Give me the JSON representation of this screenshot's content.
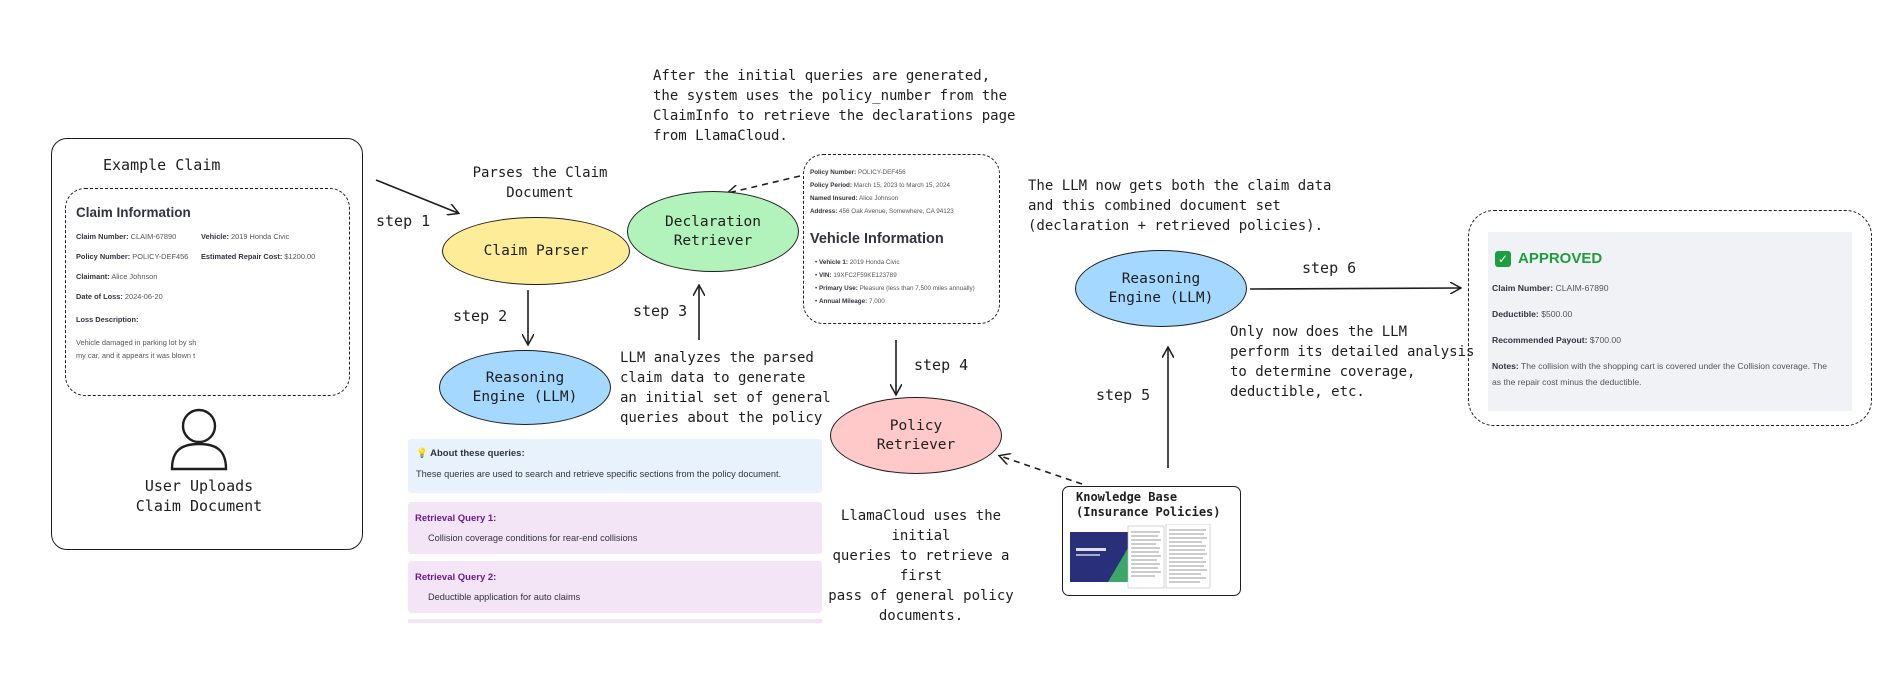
{
  "example_claim": {
    "title": "Example Claim",
    "card_title": "Claim Information",
    "fields": [
      {
        "label": "Claim Number:",
        "value": "CLAIM-67890"
      },
      {
        "label": "Policy Number:",
        "value": "POLICY-DEF456"
      },
      {
        "label": "Claimant:",
        "value": "Alice Johnson"
      },
      {
        "label": "Date of Loss:",
        "value": "2024-06-20"
      }
    ],
    "fields_right": [
      {
        "label": "Vehicle:",
        "value": "2019 Honda Civic"
      },
      {
        "label": "Estimated Repair Cost:",
        "value": "$1200.00"
      }
    ],
    "loss_label": "Loss Description:",
    "loss_text": "Vehicle damaged in parking lot by sh\nmy car, and it appears it was blown t",
    "user_caption": "User Uploads\nClaim Document"
  },
  "notes": {
    "parses": "Parses the Claim\nDocument",
    "declaration_top": "After the initial queries are generated,\nthe system uses the policy_number from the\nClaimInfo to retrieve the declarations page\nfrom LlamaCloud.",
    "llm_analyzes": "LLM analyzes the parsed\nclaim data to generate\nan initial set of general\nqueries about the policy",
    "llamacloud": "LlamaCloud uses the initial\nqueries to retrieve a first\npass of general policy\ndocuments.",
    "combined": "The LLM now gets both the claim data\nand this combined document set\n(declaration + retrieved policies).",
    "only_now": "Only now does the LLM\nperform its detailed analysis\nto determine coverage,\ndeductible, etc."
  },
  "steps": {
    "s1": "step 1",
    "s2": "step 2",
    "s3": "step 3",
    "s4": "step 4",
    "s5": "step 5",
    "s6": "step 6"
  },
  "nodes": {
    "claim_parser": "Claim Parser",
    "reasoning_1": "Reasoning\nEngine (LLM)",
    "declaration": "Declaration\nRetriever",
    "policy": "Policy\nRetriever",
    "reasoning_2": "Reasoning\nEngine (LLM)",
    "kb": "Knowledge Base\n(Insurance Policies)"
  },
  "declarations_doc": {
    "fields": [
      {
        "label": "Policy Number:",
        "value": "POLICY-DEF456"
      },
      {
        "label": "Policy Period:",
        "value": "March 15, 2023 to March 15, 2024"
      },
      {
        "label": "Named Insured:",
        "value": "Alice Johnson"
      },
      {
        "label": "Address:",
        "value": "456 Oak Avenue, Somewhere, CA 94123"
      }
    ],
    "vehicle_title": "Vehicle Information",
    "vehicle_items": [
      {
        "label": "Vehicle 1:",
        "value": "2019 Honda Civic"
      },
      {
        "label": "VIN:",
        "value": "19XFC2F59KE123789"
      },
      {
        "label": "Primary Use:",
        "value": "Pleasure (less than 7,500 miles annually)"
      },
      {
        "label": "Annual Mileage:",
        "value": "7,000"
      }
    ]
  },
  "queries": {
    "about_title": "About these queries:",
    "about_text": "These queries are used to search and retrieve specific sections from the policy document.",
    "items": [
      {
        "title": "Retrieval Query 1:",
        "text": "Collision coverage conditions for rear-end collisions"
      },
      {
        "title": "Retrieval Query 2:",
        "text": "Deductible application for auto claims"
      }
    ]
  },
  "decision": {
    "status": "APPROVED",
    "fields": [
      {
        "label": "Claim Number:",
        "value": "CLAIM-67890"
      },
      {
        "label": "Deductible:",
        "value": "$500.00"
      },
      {
        "label": "Recommended Payout:",
        "value": "$700.00"
      }
    ],
    "notes_label": "Notes:",
    "notes_text": "The collision with the shopping cart is covered under the Collision coverage. The",
    "notes_text2": "as the repair cost minus the deductible."
  },
  "colors": {
    "yellow": "#ffec99",
    "green": "#b2f2bb",
    "blue": "#a5d8ff",
    "pink": "#ffc9c9",
    "approved": "#1e9e3e",
    "query_bg": "#f3e5f5",
    "about_bg": "#e8f2fc"
  }
}
